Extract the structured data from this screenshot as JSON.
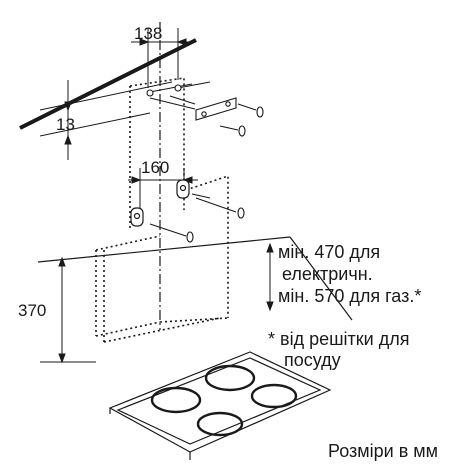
{
  "dimensions": {
    "d138": "138",
    "d13": "13",
    "d160": "160",
    "d370": "370"
  },
  "notes": {
    "line1": "мін. 470 для",
    "line2": "електричн.",
    "line3": "мін. 570 для газ.*",
    "footnote1": "* від решітки для",
    "footnote2": "посуду"
  },
  "caption": "Розміри в мм",
  "colors": {
    "ink": "#1a1a1a",
    "background": "#ffffff"
  }
}
